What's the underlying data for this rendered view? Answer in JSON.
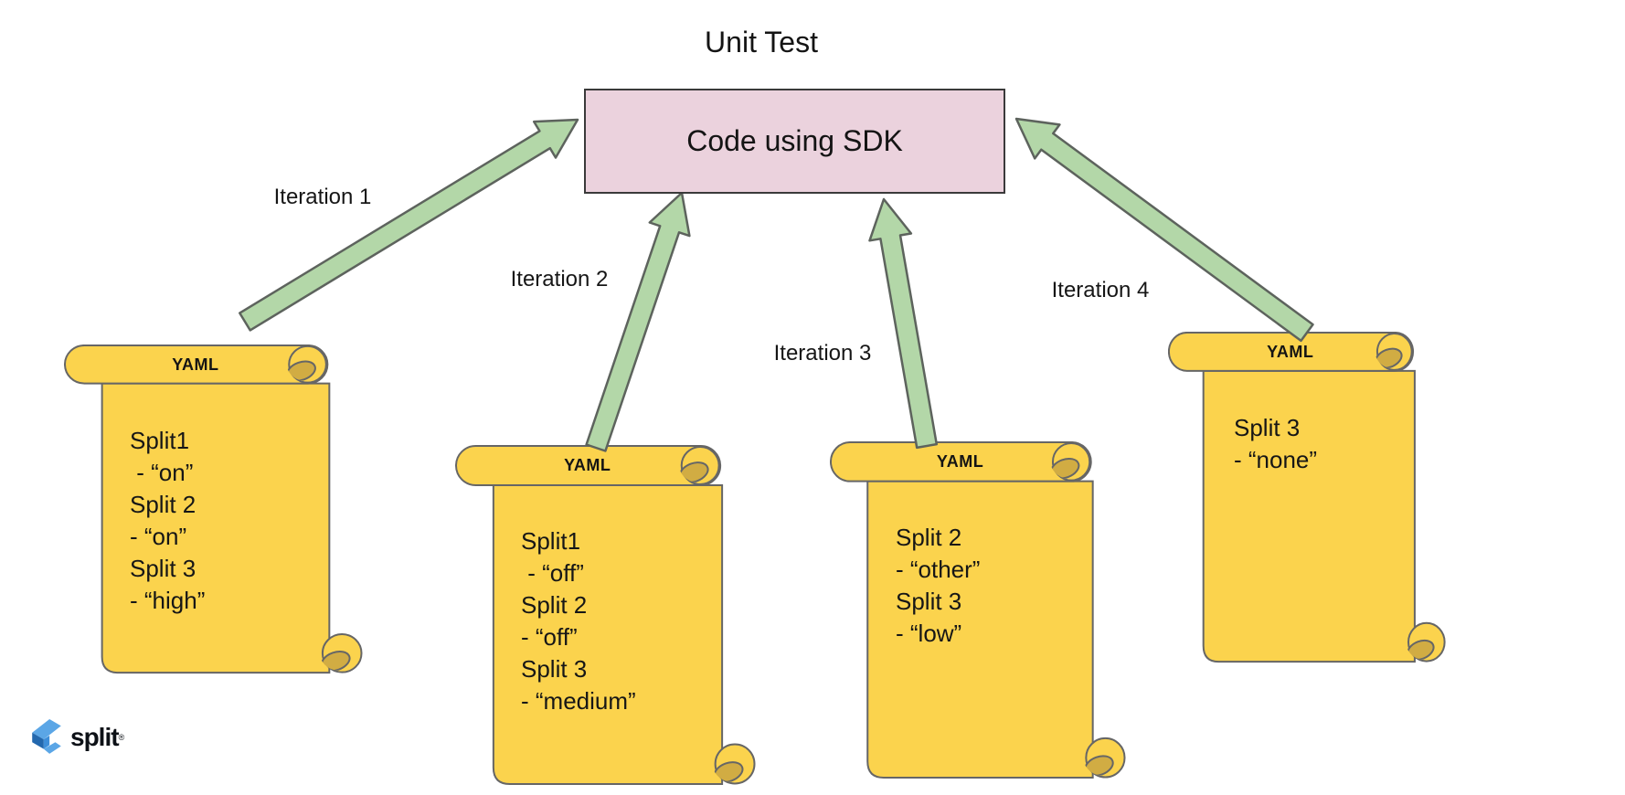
{
  "title": "Unit Test",
  "sdk_box": {
    "label": "Code using SDK"
  },
  "arrows": [
    {
      "label": "Iteration 1"
    },
    {
      "label": "Iteration 2"
    },
    {
      "label": "Iteration 3"
    },
    {
      "label": "Iteration 4"
    }
  ],
  "scrolls": [
    {
      "format_label": "YAML",
      "lines": [
        "Split1",
        " - “on”",
        "Split 2",
        "- “on”",
        "Split 3",
        "- “high”"
      ]
    },
    {
      "format_label": "YAML",
      "lines": [
        "Split1",
        " - “off”",
        "Split 2",
        "- “off”",
        "Split 3",
        "- “medium”"
      ]
    },
    {
      "format_label": "YAML",
      "lines": [
        "Split 2",
        "- “other”",
        "Split 3",
        "- “low”"
      ]
    },
    {
      "format_label": "YAML",
      "lines": [
        "Split 3",
        "- “none”"
      ]
    }
  ],
  "logo": {
    "brand": "split",
    "mark": "®"
  },
  "colors": {
    "scroll_yellow": "#FBD34D",
    "scroll_curl_dark": "#D1AC43",
    "scroll_outline": "#666666",
    "arrow_green": "#B3D7A8",
    "arrow_outline": "#5D635D",
    "sdk_box_pink": "#EBD2DD",
    "sdk_box_border": "#3A3A3A",
    "logo_blue_light": "#5BA6E6",
    "logo_blue_dark": "#2368AE"
  }
}
